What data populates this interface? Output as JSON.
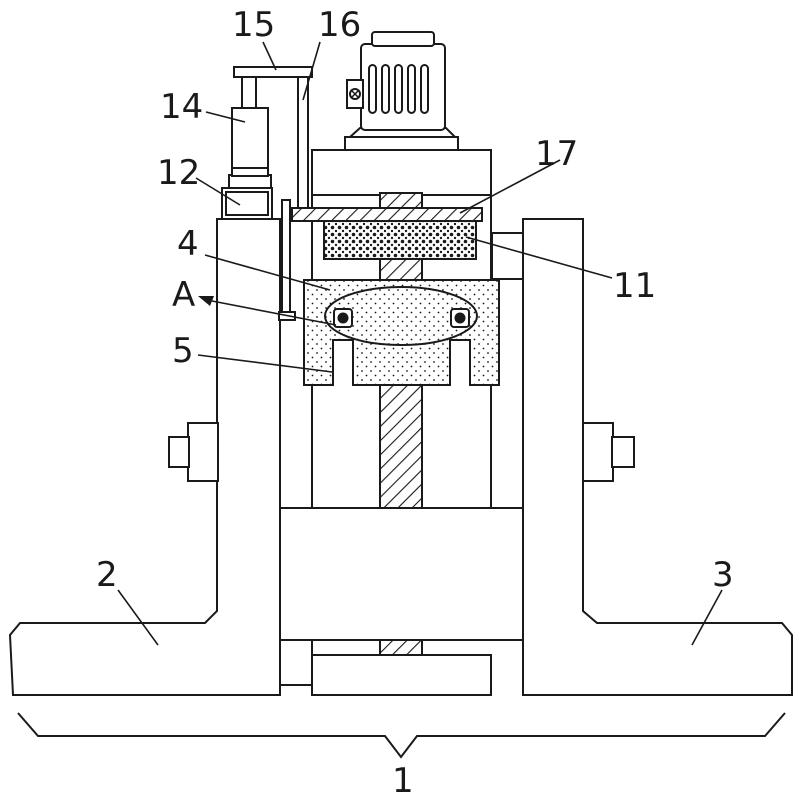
{
  "labels": {
    "l1": "1",
    "l2": "2",
    "l3": "3",
    "l4": "4",
    "l5": "5",
    "l11": "11",
    "l12": "12",
    "l14": "14",
    "l15": "15",
    "l16": "16",
    "l17": "17",
    "lA": "A"
  },
  "colors": {
    "line": "#1a1a1a",
    "background": "#ffffff",
    "dot_fill": "#1a1a1a"
  }
}
